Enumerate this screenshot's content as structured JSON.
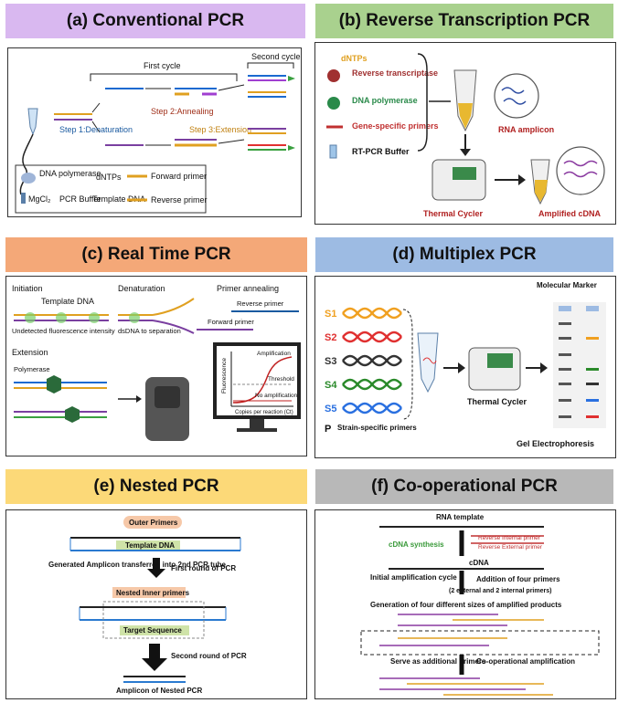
{
  "panels": {
    "a": {
      "title": "(a) Conventional PCR",
      "first_cycle": "First cycle",
      "second_cycle": "Second cycle",
      "step1": "Step 1:Denaturation",
      "step2": "Step 2:Annealing",
      "step3": "Step 3:Extension",
      "legend": {
        "dna_polymerase": "DNA polymerase",
        "dntps": "dNTPs",
        "forward_primer": "Forward primer",
        "mgcl2": "MgCl₂",
        "pcr_buffer": "PCR Buffer",
        "template_dna": "Template DNA",
        "reverse_primer": "Reverse primer"
      }
    },
    "b": {
      "title": "(b) Reverse Transcription PCR",
      "dntps": "dNTPs",
      "reverse_transcriptase": "Reverse transcriptase",
      "dna_polymerase": "DNA polymerase",
      "gene_specific_primers": "Gene-specific primers",
      "rt_pcr_buffer": "RT-PCR Buffer",
      "rna_amplicon": "RNA amplicon",
      "thermal_cycler": "Thermal Cycler",
      "amplified_cdna": "Amplified cDNA"
    },
    "c": {
      "title": "(c) Real Time PCR",
      "initiation": "Initiation",
      "template_dna": "Template DNA",
      "undetected": "Undetected fluorescence intensity",
      "denaturation": "Denaturation",
      "dsdna_sep": "dsDNA to separation",
      "primer_annealing": "Primer annealing",
      "reverse_primer": "Reverse primer",
      "forward_primer": "Forward primer",
      "extension": "Extension",
      "polymerase": "Polymerase",
      "amplification": "Amplification",
      "threshold": "Threshold",
      "no_amplification": "No amplification",
      "fluorescence": "Fluorescence",
      "copies": "Copies per reaction (Ct)"
    },
    "d": {
      "title": "(d) Multiplex PCR",
      "strains": [
        "S1",
        "S2",
        "S3",
        "S4",
        "S5"
      ],
      "strain_colors": [
        "#f0a020",
        "#e03030",
        "#333333",
        "#2a8a2a",
        "#2a70e0"
      ],
      "p_label": "P",
      "strain_primers": "Strain-specific primers",
      "thermal_cycler": "Thermal Cycler",
      "molecular_marker": "Molecular Marker",
      "gel": "Gel Electrophoresis"
    },
    "e": {
      "title": "(e) Nested PCR",
      "outer_primers": "Outer Primers",
      "template_dna": "Template DNA",
      "generated": "Generated Amplicon transferred into 2nd PCR tube",
      "first_round": "First round of PCR",
      "nested_inner": "Nested Inner primers",
      "target_sequence": "Target Sequence",
      "second_round": "Second round of PCR",
      "amplicon": "Amplicon of Nested PCR"
    },
    "f": {
      "title": "(f) Co-operational PCR",
      "rna_template": "RNA template",
      "cdna_synthesis": "cDNA synthesis",
      "rev_internal": "Reverse Internal primer",
      "rev_external": "Reverse External primer",
      "cdna": "cDNA",
      "initial_cycle": "Initial amplification cycle",
      "addition": "Addition of four primers",
      "addition_sub": "(2 external and 2 internal primers)",
      "generation": "Generation of four different sizes of amplified products",
      "serve": "Serve as additional primers",
      "coop": "Co-operational amplification"
    }
  },
  "colors": {
    "a_header": "#d9b8f0",
    "b_header": "#a9d18e",
    "c_header": "#f4a878",
    "d_header": "#9dbbe3",
    "e_header": "#fcd978",
    "f_header": "#b8b8b8"
  }
}
